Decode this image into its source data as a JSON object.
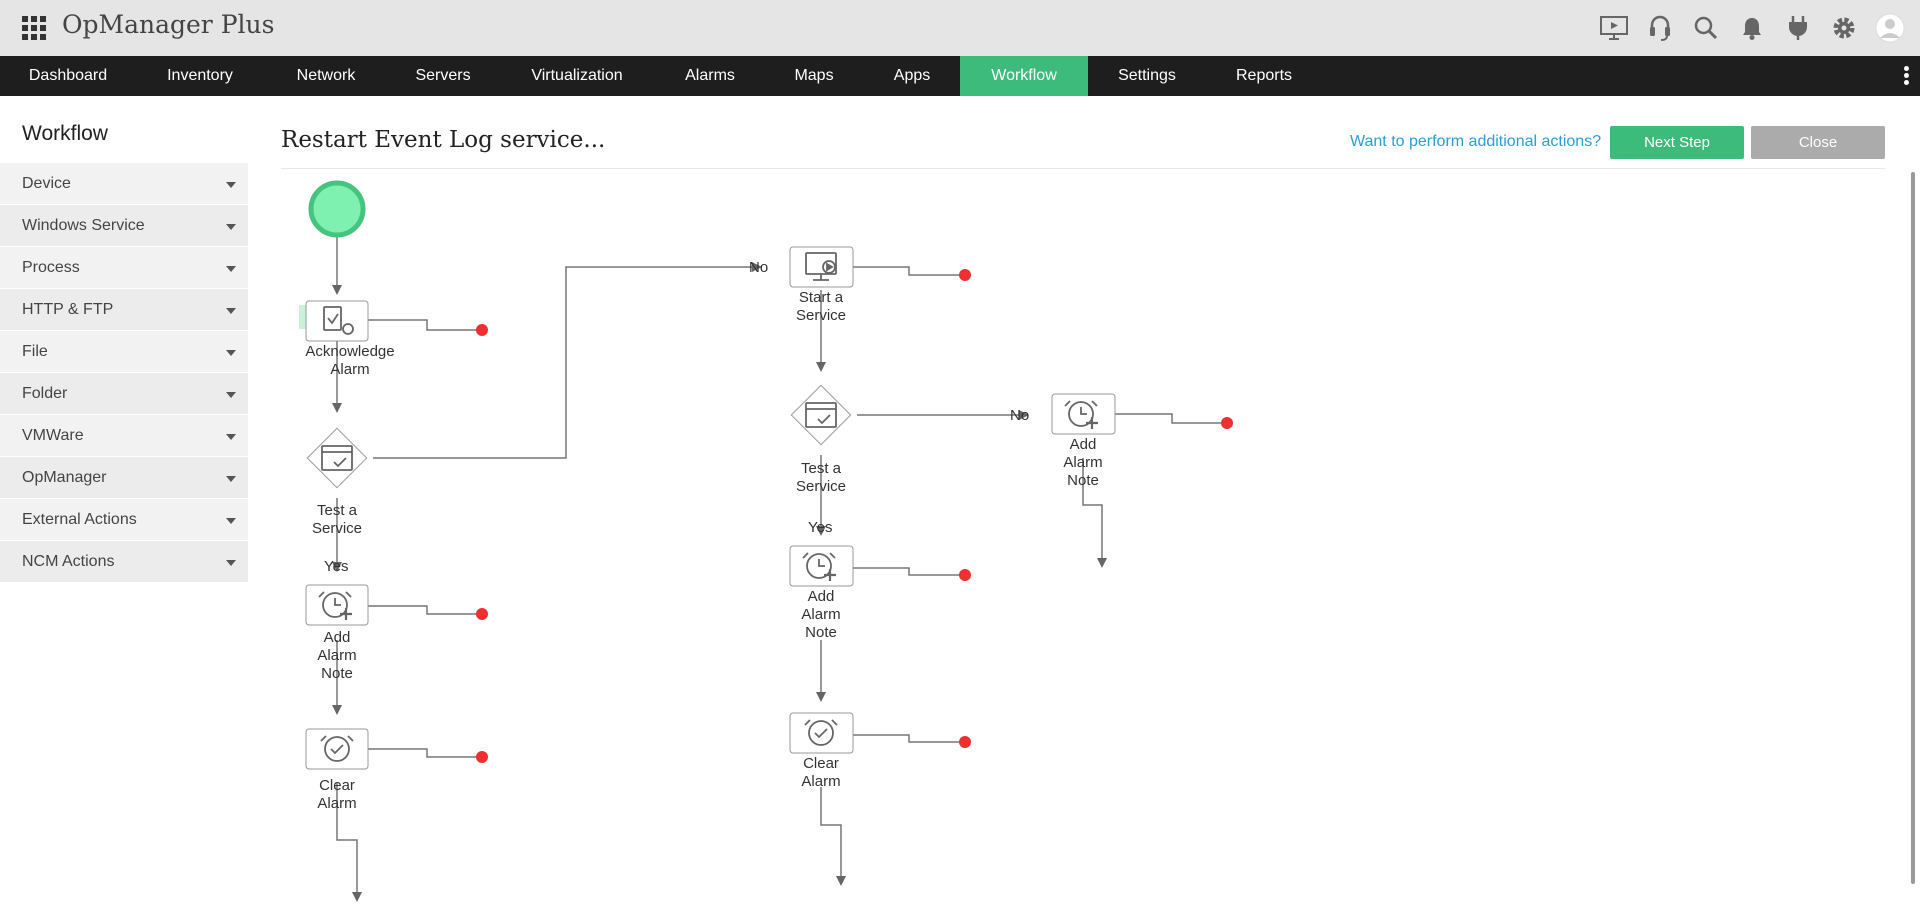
{
  "app": {
    "title": "OpManager Plus"
  },
  "top_icons": [
    "presentation-icon",
    "headset-icon",
    "search-icon",
    "bell-icon",
    "plug-icon",
    "gear-icon",
    "user-avatar-icon"
  ],
  "nav": {
    "items": [
      "Dashboard",
      "Inventory",
      "Network",
      "Servers",
      "Virtualization",
      "Alarms",
      "Maps",
      "Apps",
      "Workflow",
      "Settings",
      "Reports"
    ],
    "active": "Workflow"
  },
  "sidebar": {
    "title": "Workflow",
    "items": [
      "Device",
      "Windows Service",
      "Process",
      "HTTP & FTP",
      "File",
      "Folder",
      "VMWare",
      "OpManager",
      "External Actions",
      "NCM Actions"
    ]
  },
  "header": {
    "title": "Restart Event Log service...",
    "additional_actions_link": "Want to perform additional actions?",
    "next_label": "Next Step",
    "close_label": "Close"
  },
  "workflow": {
    "nodes": {
      "ack": "Acknowledge Alarm",
      "test1": "Test a Service",
      "note1": "Add Alarm Note",
      "clear1": "Clear Alarm",
      "start": "Start a Service",
      "test2": "Test a Service",
      "note2": "Add Alarm Note",
      "clear2": "Clear Alarm",
      "note3": "Add Alarm Note"
    },
    "branches": {
      "yes": "Yes",
      "no": "No"
    }
  },
  "colors": {
    "accent": "#3dbb7a",
    "start_node": "#7ef0b0",
    "end_dot": "#f03030",
    "link": "#2a9fd6"
  }
}
